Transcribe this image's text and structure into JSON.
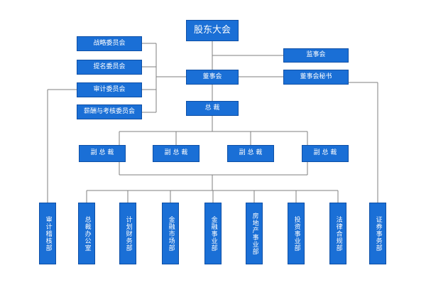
{
  "nodes": {
    "shareholders_meeting": "股东大会",
    "supervisory_board": "监事会",
    "board_of_directors": "董事会",
    "board_secretary": "董事会秘书",
    "president": "总 裁",
    "committees": [
      "战略委员会",
      "提名委员会",
      "审计委员会",
      "薪酬与考核委员会"
    ],
    "vice_presidents": [
      "副 总 裁",
      "副 总 裁",
      "副 总 裁",
      "副 总 裁"
    ],
    "departments": [
      "审计稽核部",
      "总裁办公室",
      "计划财务部",
      "金融市场部",
      "金融事业部",
      "房地产事业部",
      "投资事业部",
      "法律合规部",
      "证券事务部"
    ]
  },
  "colors": {
    "box_fill": "#1a6fd6",
    "box_border": "#0e4fa6",
    "box_text": "#ffffff",
    "connector": "#7f7f7f"
  }
}
